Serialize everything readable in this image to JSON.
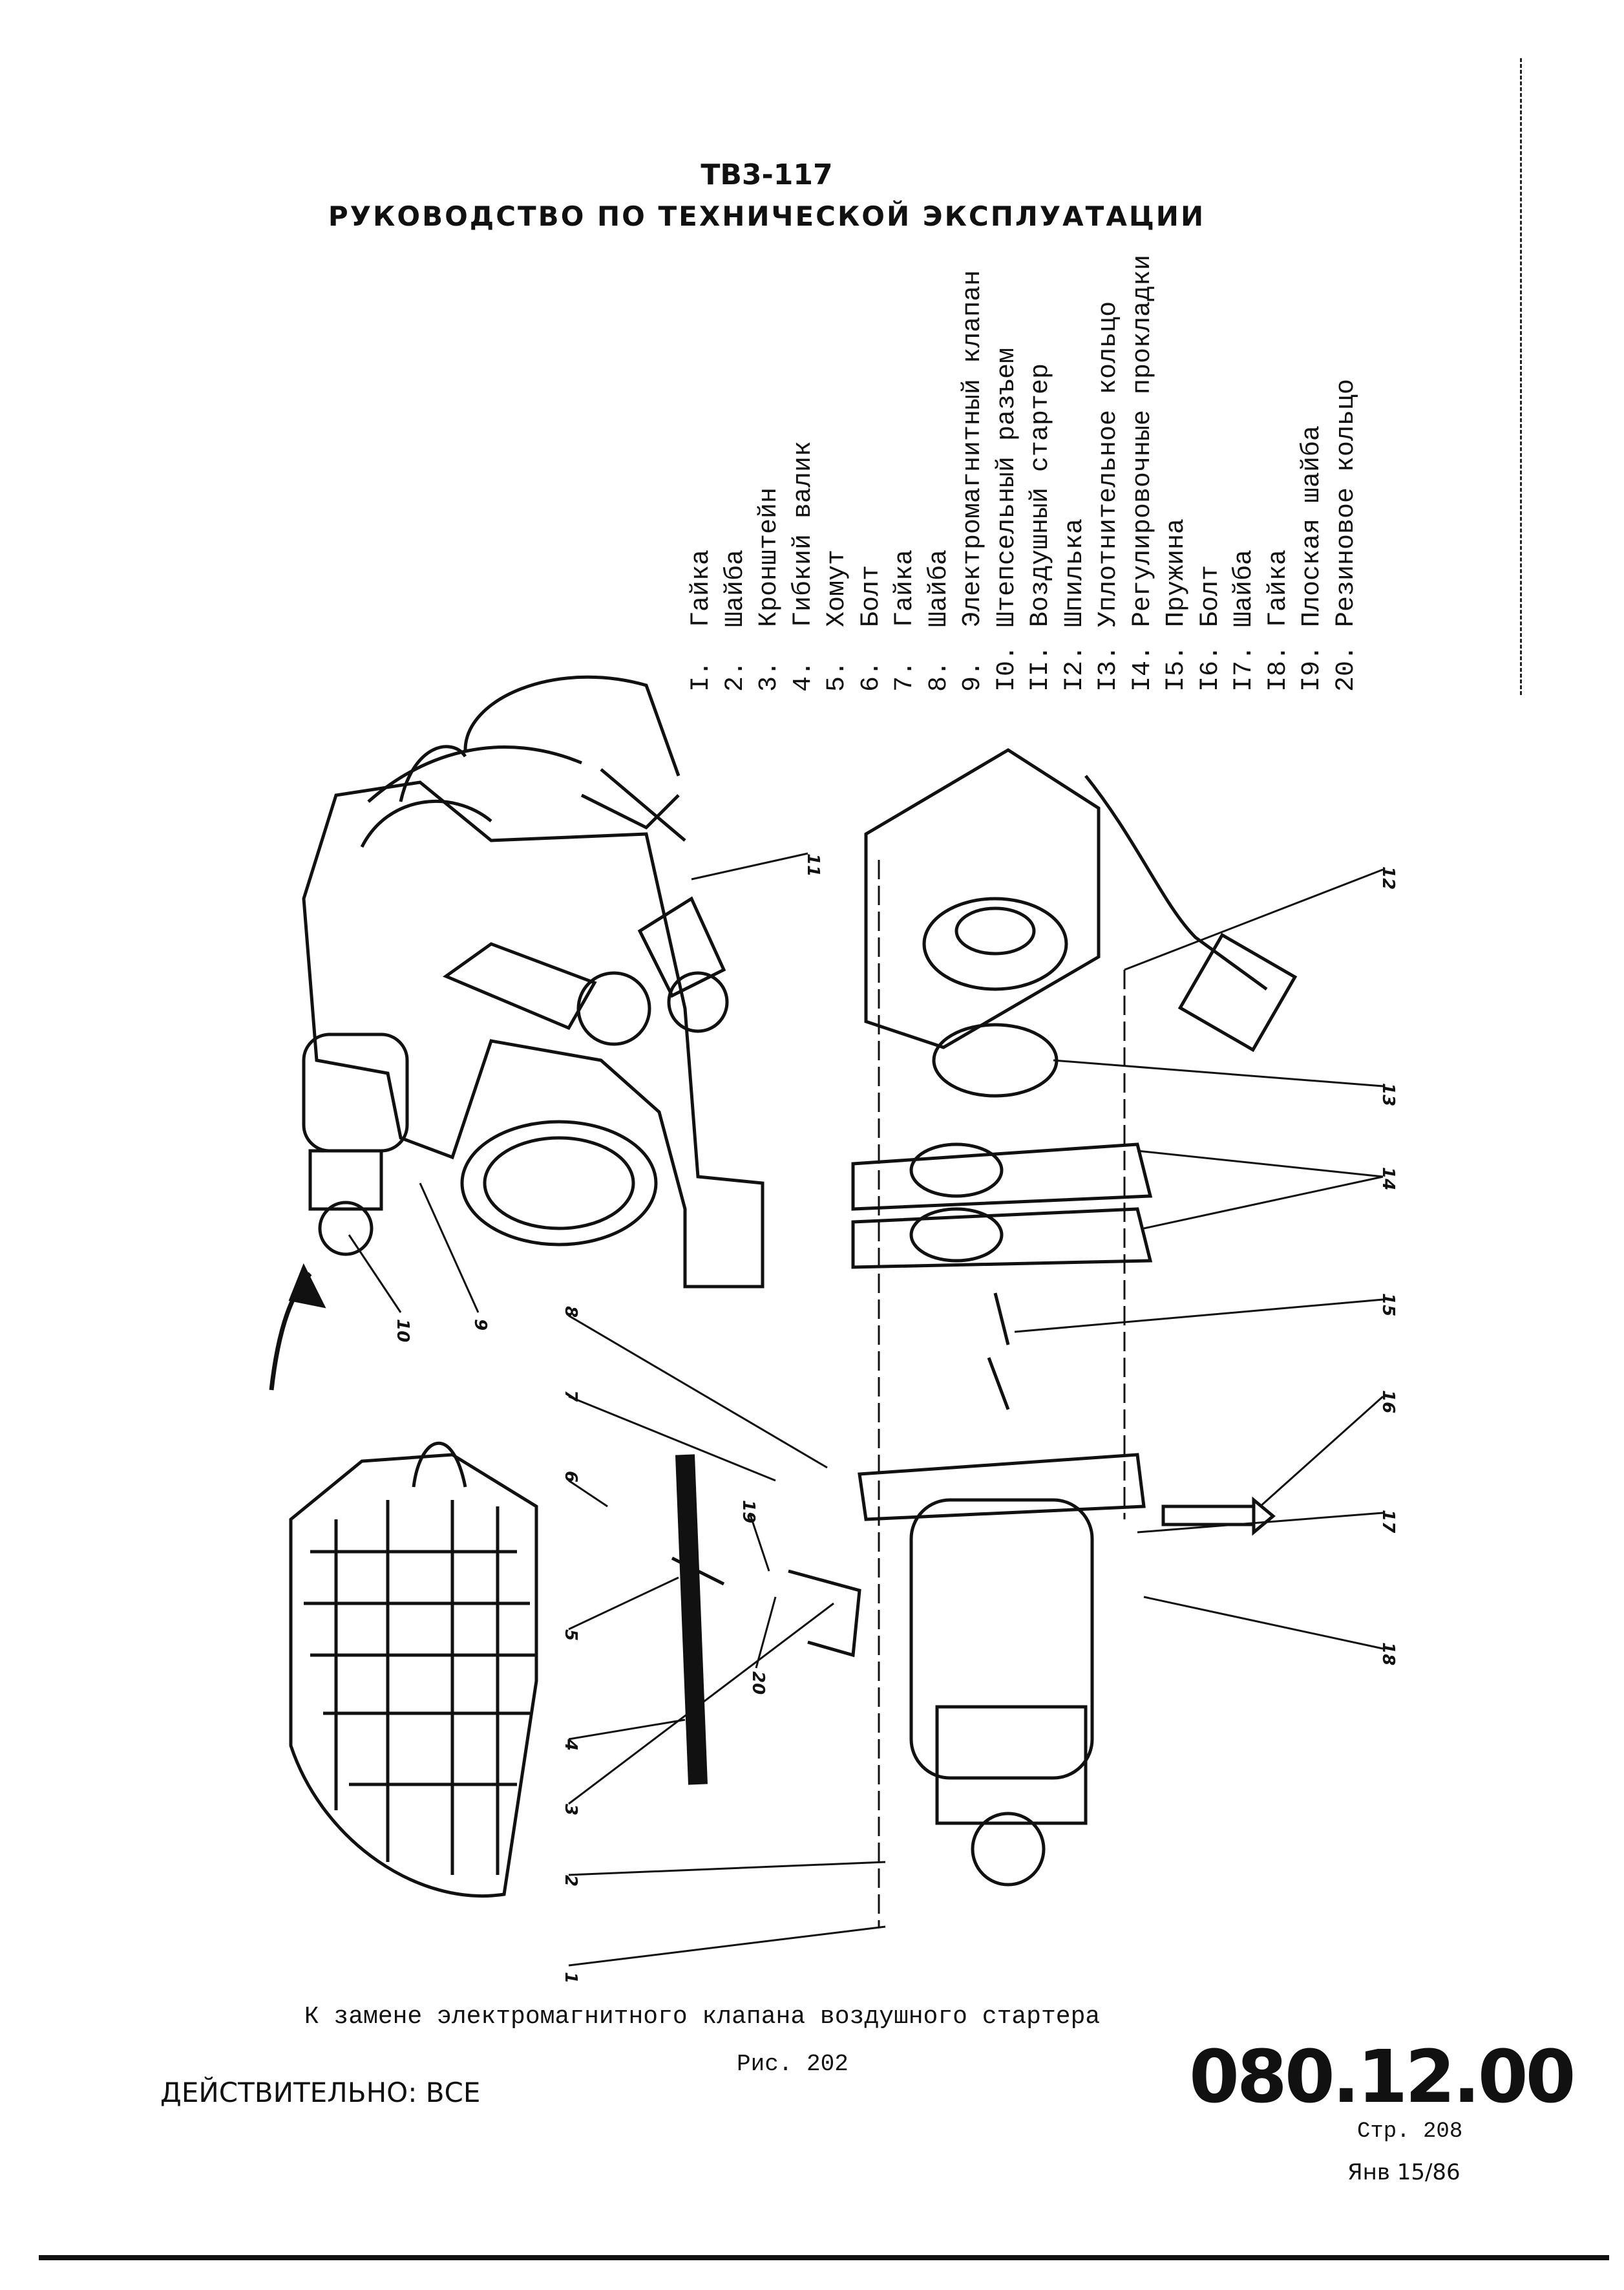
{
  "header": {
    "model": "ТВ3-117",
    "title": "РУКОВОДСТВО ПО ТЕХНИЧЕСКОЙ ЭКСПЛУАТАЦИИ"
  },
  "legend": [
    {
      "num": "I.",
      "label": "Гайка"
    },
    {
      "num": "2.",
      "label": "Шайба"
    },
    {
      "num": "3.",
      "label": "Кронштейн"
    },
    {
      "num": "4.",
      "label": "Гибкий валик"
    },
    {
      "num": "5.",
      "label": "Хомут"
    },
    {
      "num": "6.",
      "label": "Болт"
    },
    {
      "num": "7.",
      "label": "Гайка"
    },
    {
      "num": "8.",
      "label": "Шайба"
    },
    {
      "num": "9.",
      "label": "Электромагнитный клапан"
    },
    {
      "num": "I0.",
      "label": "Штепсельный разъем"
    },
    {
      "num": "II.",
      "label": "Воздушный стартер"
    },
    {
      "num": "I2.",
      "label": "Шпилька"
    },
    {
      "num": "I3.",
      "label": "Уплотнительное кольцо"
    },
    {
      "num": "I4.",
      "label": "Регулировочные прокладки"
    },
    {
      "num": "I5.",
      "label": "Пружина"
    },
    {
      "num": "I6.",
      "label": "Болт"
    },
    {
      "num": "I7.",
      "label": "Шайба"
    },
    {
      "num": "I8.",
      "label": "Гайка"
    },
    {
      "num": "I9.",
      "label": "Плоская шайба"
    },
    {
      "num": "20.",
      "label": "Резиновое кольцо"
    }
  ],
  "callouts": [
    "1",
    "2",
    "3",
    "4",
    "5",
    "6",
    "7",
    "8",
    "9",
    "10",
    "11",
    "12",
    "13",
    "14",
    "15",
    "16",
    "17",
    "18",
    "19",
    "20"
  ],
  "footer": {
    "caption": "К замене электромагнитного клапана воздушного стартера",
    "figure": "Рис. 202",
    "validity": "ДЕЙСТВИТЕЛЬНО: ВСЕ",
    "section_code": "080.12.00",
    "page": "Стр. 208",
    "date": "Янв 15/86"
  }
}
